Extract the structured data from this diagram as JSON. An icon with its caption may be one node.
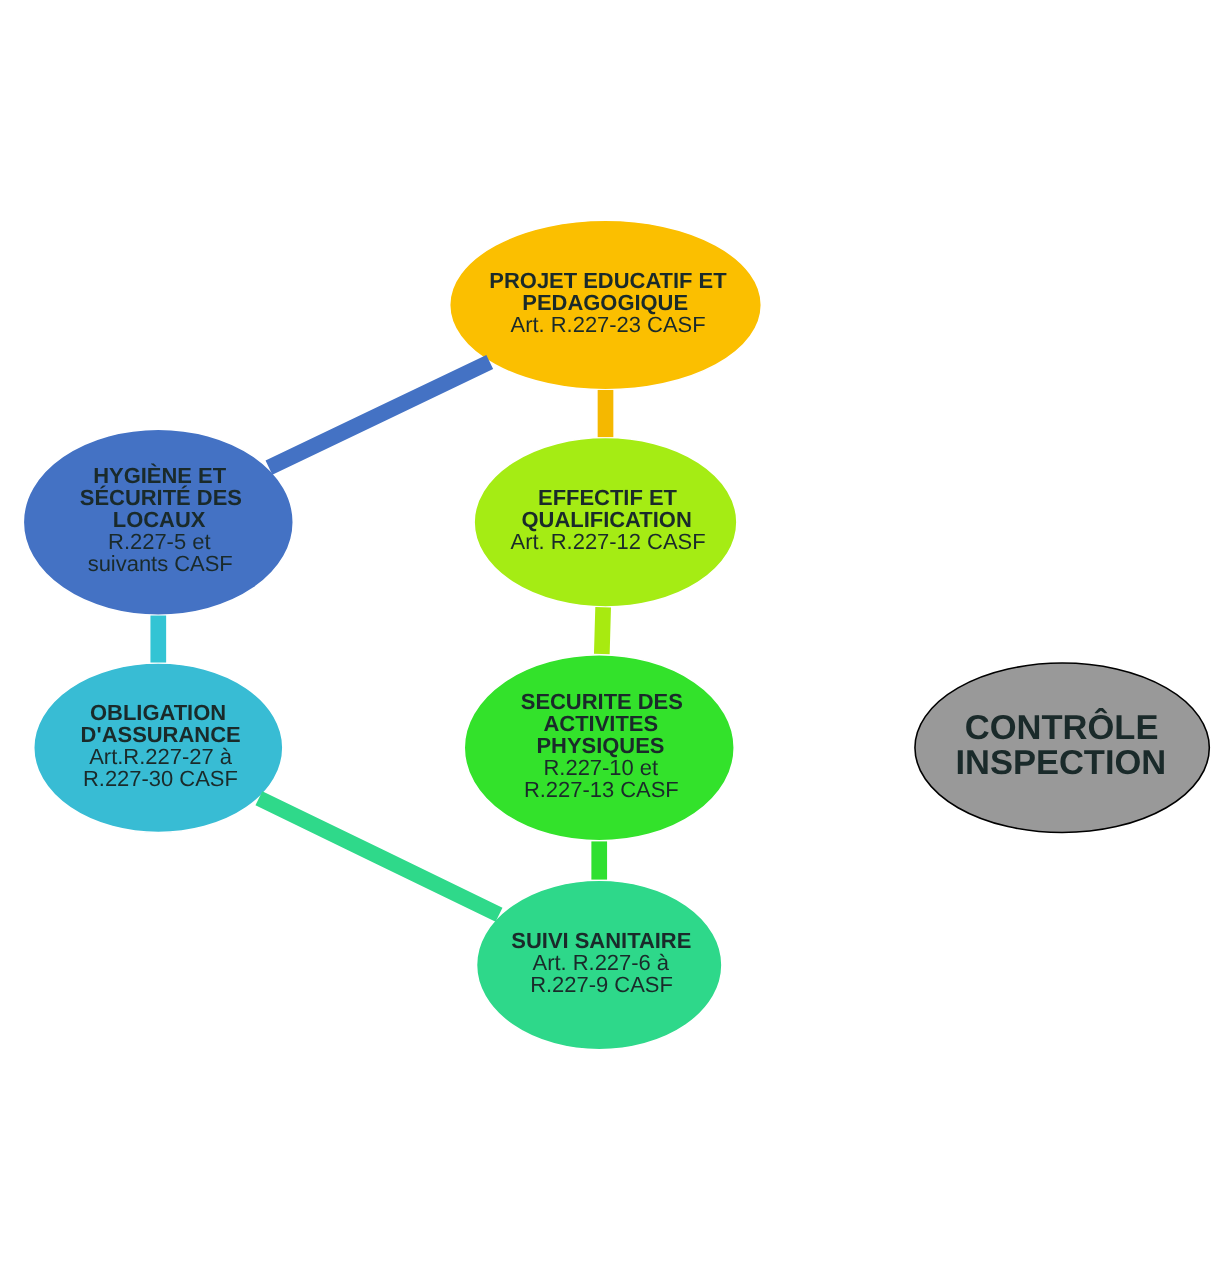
{
  "diagram": {
    "nodes": [
      {
        "text": [
          "PROJET EDUCATIF ET PEDAGOGIQUE",
          "Art. R.227-23 CASF"
        ]
      },
      {
        "text": [
          "HYGIÈNE ET SÉCURITÉ DES LOCAUX",
          "R.227-5 et suivants CASF"
        ]
      },
      {
        "text": [
          "EFFECTIF ET QUALIFICATION",
          "Art. R.227-12 CASF"
        ]
      },
      {
        "text": [
          "CONTRÔLE INSPECTION"
        ]
      },
      {
        "text": [
          "OBLIGATION D'ASSURANCE",
          "Art.R.227-27 à R.227-30 CASF"
        ]
      },
      {
        "text": [
          "SECURITE DES ACTIVITES PHYSIQUES",
          "R.227-10 et R.227-13 CASF"
        ]
      },
      {
        "text": [
          "SUIVI SANITAIRE",
          "Art. R.227-6 à R.227-9 CASF"
        ]
      }
    ],
    "edges": [
      {
        "from": 0,
        "to": 1,
        "arrow": "none",
        "color": "#4472c4"
      },
      {
        "from": 0,
        "to": 2,
        "arrow": "none",
        "color": "#f5b800"
      },
      {
        "from": 1,
        "to": 4,
        "arrow": "none",
        "color": "#33c4d4"
      },
      {
        "from": 2,
        "to": 5,
        "arrow": "none",
        "color": "#a8ea10"
      },
      {
        "from": 4,
        "to": 6,
        "arrow": "none",
        "color": "#2fd98a"
      },
      {
        "from": 5,
        "to": 6,
        "arrow": "none",
        "color": "#2fe030"
      }
    ]
  }
}
